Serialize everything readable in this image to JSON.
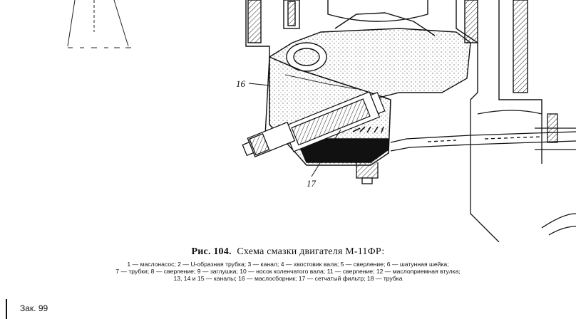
{
  "figure": {
    "callouts": {
      "c16": "16",
      "c17": "17"
    }
  },
  "caption": {
    "label": "Рис. 104.",
    "title": "Схема смазки двигателя М-11ФР:",
    "legend_line1": "1 — маслонасос; 2 — U-образная трубка; 3 — канал; 4 — хвостовик вала; 5 — сверление; 6 — шатунная шейка;",
    "legend_line2": "7 — трубки; 8 — сверление; 9 — заглушка; 10 — носок коленчатого вала; 11 — сверление; 12 — маслоприемная втулка;",
    "legend_line3": "13, 14 и 15 — каналы; 16 — маслосборник; 17 — сетчатый фильтр; 18 — трубка"
  },
  "footer": {
    "text": "Зак. 99"
  }
}
